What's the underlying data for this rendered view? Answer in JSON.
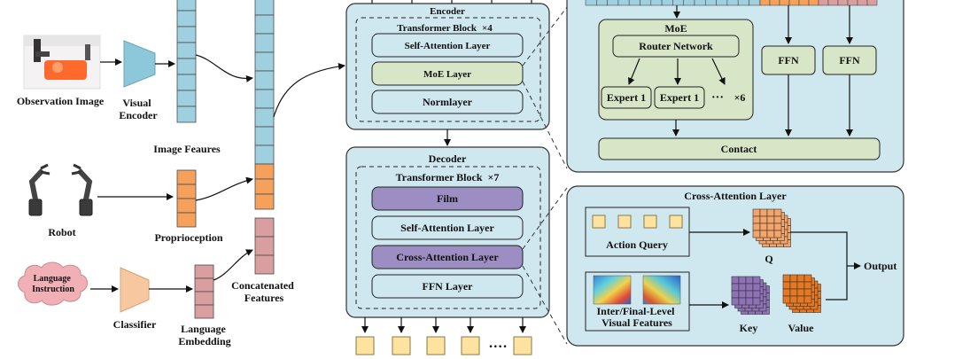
{
  "colors": {
    "image_features": "#9fd0e0",
    "proprioception": "#f5a15c",
    "language": "#d99ea0",
    "encoder_bg": "#cfe7ef",
    "moe_green": "#d8e6c8",
    "film_purple": "#9c8ec3",
    "query_yellow": "#fde2a0",
    "cloud_pink": "#f0b0b6",
    "classifier_orange": "#f7c79f",
    "visual_encoder_blue": "#8cc7da",
    "key_purple": "#8f71b8",
    "q_orange": "#f6a56a",
    "value_orange": "#e7781f"
  },
  "left": {
    "observation_image": "Observation Image",
    "visual_encoder": [
      "Visual",
      "Encoder"
    ],
    "image_features": "Image Feaures",
    "robot": "Robot",
    "proprioception": "Proprioception",
    "language_instruction": [
      "Language",
      "Instruction"
    ],
    "classifier": "Classifier",
    "language_embedding": [
      "Language",
      "Embedding"
    ],
    "concatenated_features": [
      "Concatenated",
      "Features"
    ]
  },
  "encoder": {
    "title": "Encoder",
    "block_title": "Transformer Block",
    "block_repeat": "×4",
    "layers": [
      "Self-Attention Layer",
      "MoE Layer",
      "Normlayer"
    ]
  },
  "decoder": {
    "title": "Decoder",
    "block_title": "Transformer Block",
    "block_repeat": "×7",
    "layers": [
      "Film",
      "Self-Attention Layer",
      "Cross-Attention Layer",
      "FFN Layer"
    ],
    "output_dots": "····"
  },
  "moe_detail": {
    "title": "MoE",
    "router": "Router Network",
    "experts": [
      "Expert 1",
      "Expert 1"
    ],
    "expert_dots": "···",
    "expert_repeat": "×6",
    "ffn": [
      "FFN",
      "FFN"
    ],
    "contact": "Contact"
  },
  "cross_attention_detail": {
    "title": "Cross-Attention Layer",
    "action_query": "Action Query",
    "q": "Q",
    "visual_features": [
      "Inter/Final-Level",
      "Visual Features"
    ],
    "key": "Key",
    "value": "Value",
    "output": "Output"
  }
}
